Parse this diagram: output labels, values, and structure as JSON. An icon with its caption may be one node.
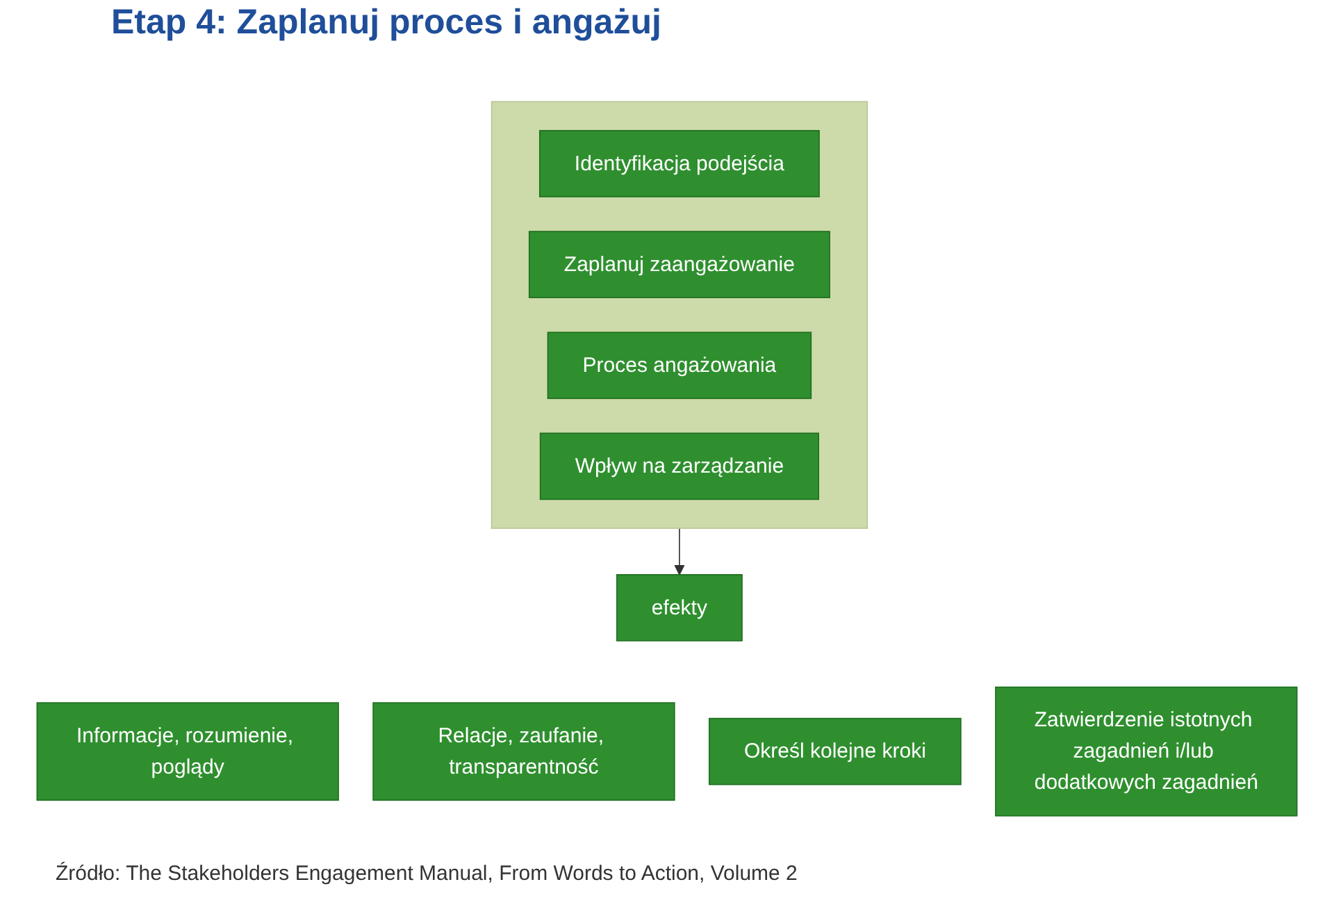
{
  "diagram": {
    "title": "Etap 4: Zaplanuj proces i angażuj",
    "caption": "Źródło: The Stakeholders Engagement Manual, From Words to Action, Volume 2",
    "nodes": [
      {
        "text": [],
        "shape": "box"
      },
      {
        "text": [
          "Identyfikacja podejścia"
        ],
        "in": 0
      },
      {
        "text": [
          "Zaplanuj zaangażowanie"
        ],
        "in": 0
      },
      {
        "text": [
          "Proces angażowania"
        ],
        "in": 0
      },
      {
        "text": [
          "Wpływ na zarządzanie"
        ],
        "in": 0
      },
      {
        "text": [
          "efekty"
        ]
      },
      {
        "text": [
          "Informacje, rozumienie, poglądy"
        ]
      },
      {
        "text": [
          "Relacje, zaufanie, transparentność"
        ]
      },
      {
        "text": [
          "Określ kolejne kroki"
        ]
      },
      {
        "text": [
          "Zatwierdzenie istotnych zagadnień i/lub dodatkowych zagadnień"
        ]
      }
    ],
    "edges": [
      {
        "from": 0,
        "to": 5,
        "arrow": "to"
      }
    ]
  }
}
